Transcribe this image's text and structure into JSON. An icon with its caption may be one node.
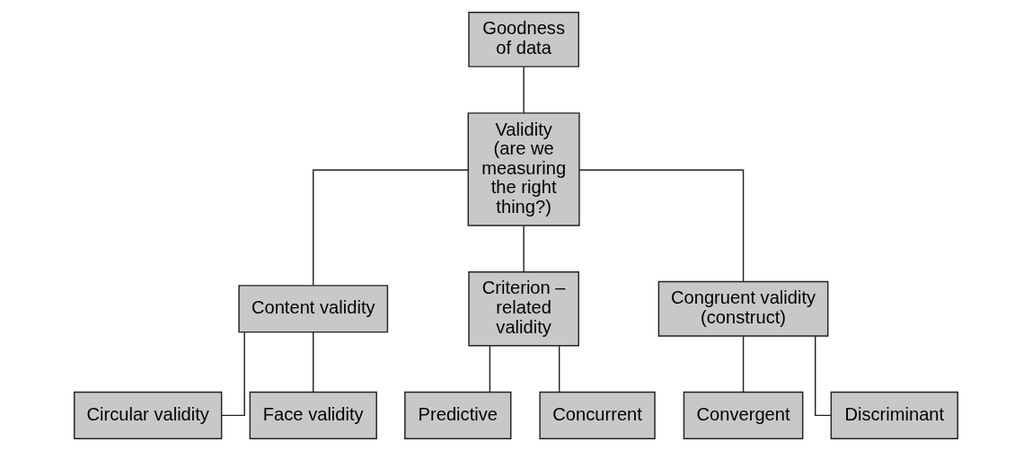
{
  "diagram": {
    "nodes": [
      {
        "text": [
          "Goodness of data"
        ]
      },
      {
        "text": [
          "Validity (are we measuring the right thing?)"
        ]
      },
      {
        "text": [
          "Content validity"
        ]
      },
      {
        "text": [
          "Criterion – related validity"
        ]
      },
      {
        "text": [
          "Congruent validity (construct)"
        ]
      },
      {
        "text": [
          "Circular validity"
        ]
      },
      {
        "text": [
          "Face validity"
        ]
      },
      {
        "text": [
          "Predictive"
        ]
      },
      {
        "text": [
          "Concurrent"
        ]
      },
      {
        "text": [
          "Convergent"
        ]
      },
      {
        "text": [
          "Discriminant"
        ]
      }
    ],
    "edges": [
      {
        "from": 0,
        "to": 1,
        "arrow": "none"
      },
      {
        "from": 1,
        "to": 2,
        "arrow": "none"
      },
      {
        "from": 1,
        "to": 3,
        "arrow": "none"
      },
      {
        "from": 1,
        "to": 4,
        "arrow": "none"
      },
      {
        "from": 2,
        "to": 5,
        "arrow": "none"
      },
      {
        "from": 2,
        "to": 6,
        "arrow": "none"
      },
      {
        "from": 3,
        "to": 7,
        "arrow": "none"
      },
      {
        "from": 3,
        "to": 8,
        "arrow": "none"
      },
      {
        "from": 4,
        "to": 9,
        "arrow": "none"
      },
      {
        "from": 4,
        "to": 10,
        "arrow": "none"
      }
    ]
  }
}
